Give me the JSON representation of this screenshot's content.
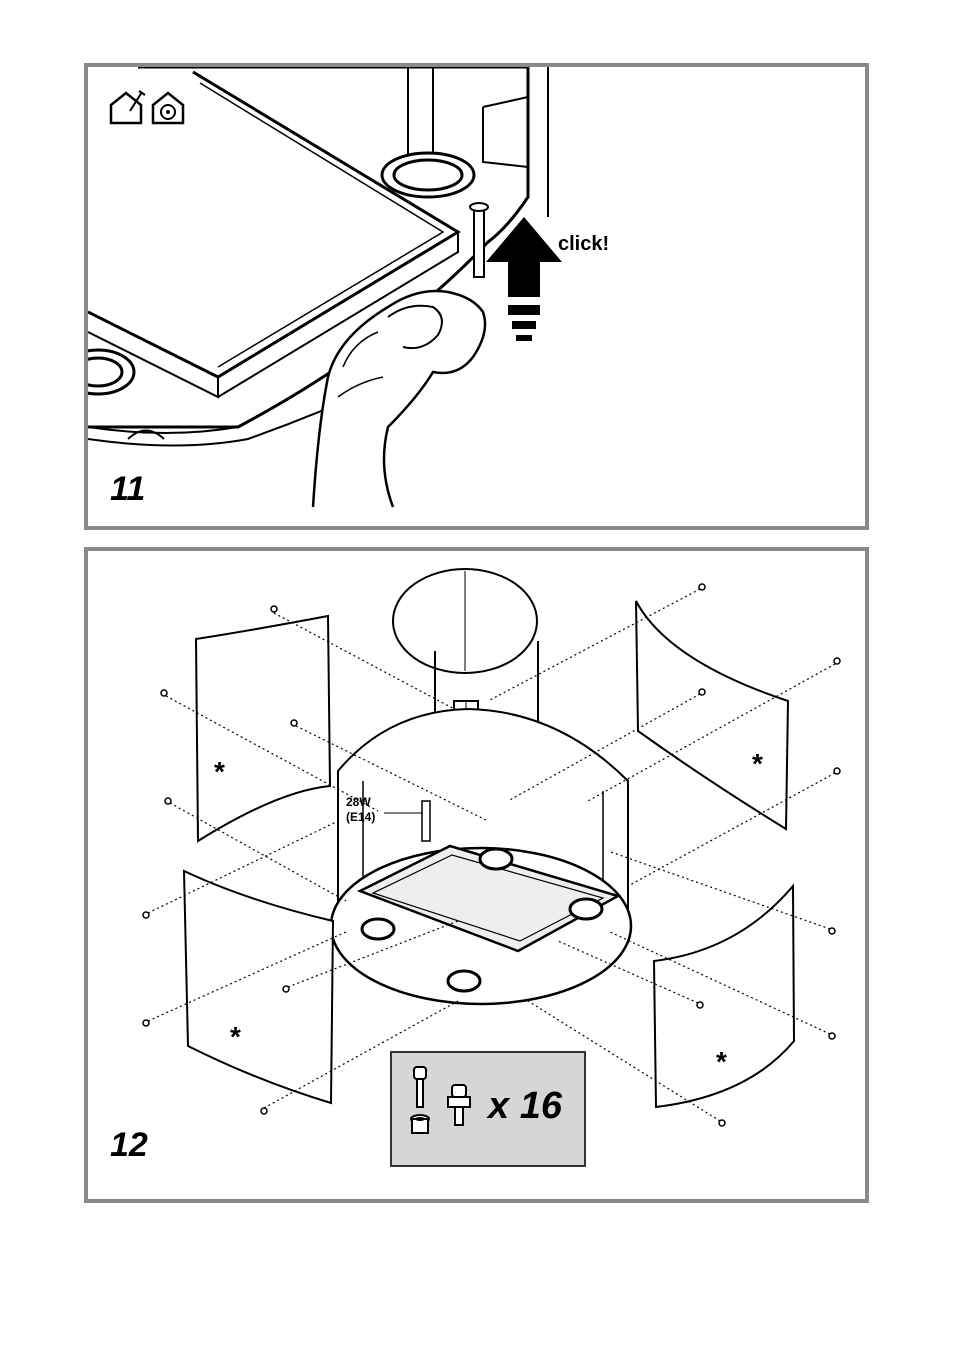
{
  "step11": {
    "number": "11",
    "callout": "click!",
    "icons": [
      "house-tool-icon",
      "house-fan-icon"
    ]
  },
  "step12": {
    "number": "12",
    "lamp_label_line1": "28W",
    "lamp_label_line2": "(E14)",
    "panel_marker": "*",
    "kit_count": "x 16"
  }
}
